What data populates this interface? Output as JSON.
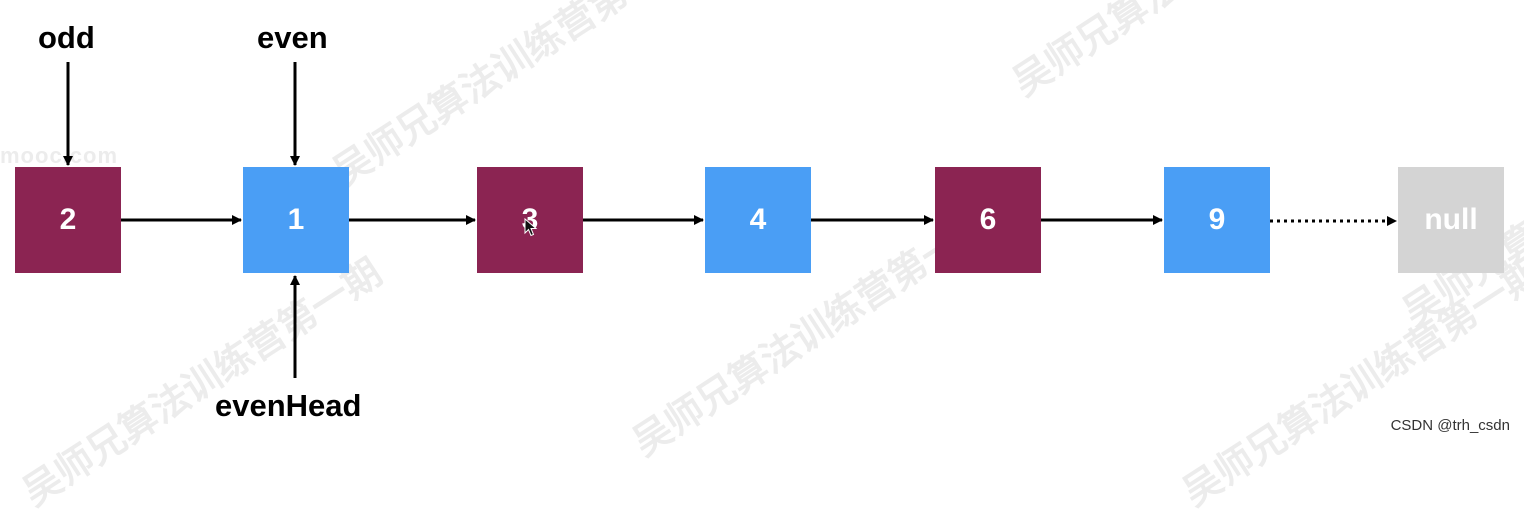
{
  "watermark": {
    "text": "吴师兄算法训练营第一期",
    "site": "mooc.com"
  },
  "pointers": {
    "odd": "odd",
    "even": "even",
    "evenHead": "evenHead"
  },
  "nodes": [
    {
      "value": "2",
      "color": "#8b2452"
    },
    {
      "value": "1",
      "color": "#4a9ef5"
    },
    {
      "value": "3",
      "color": "#8b2452"
    },
    {
      "value": "4",
      "color": "#4a9ef5"
    },
    {
      "value": "6",
      "color": "#8b2452"
    },
    {
      "value": "9",
      "color": "#4a9ef5"
    },
    {
      "value": "null",
      "color": "#d4d4d4"
    }
  ],
  "credit": "CSDN @trh_csdn"
}
